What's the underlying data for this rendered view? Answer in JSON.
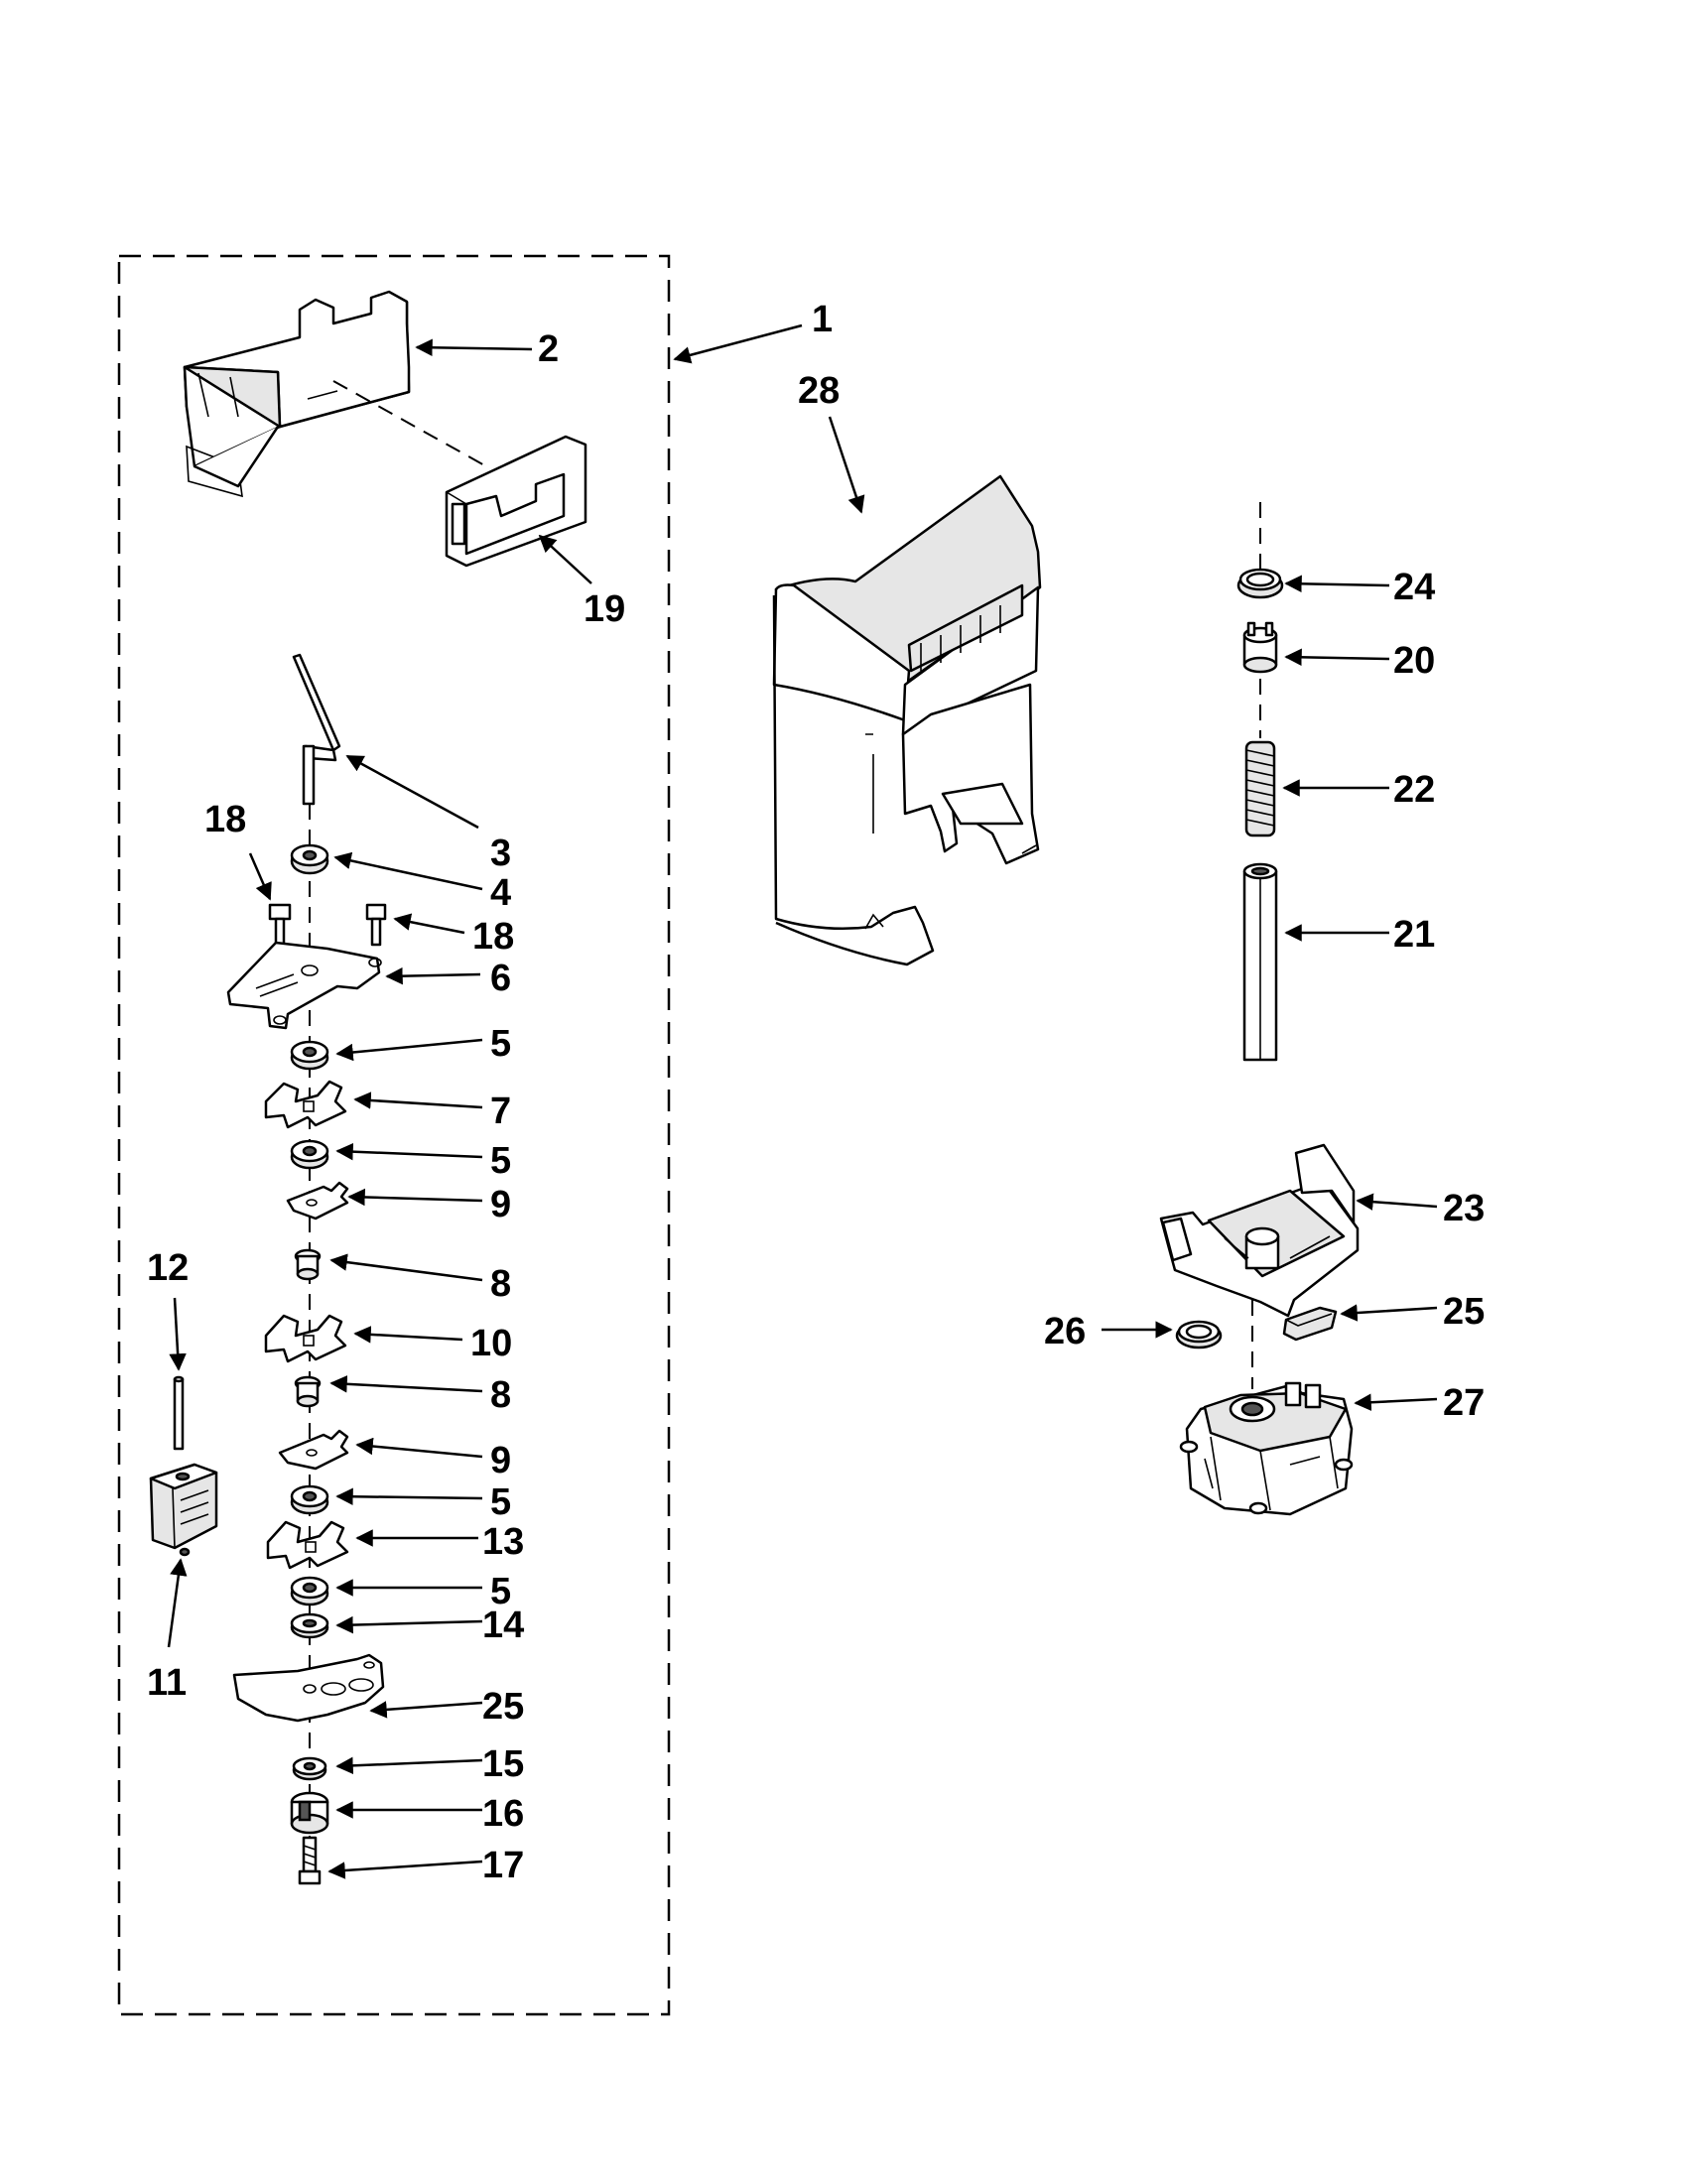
{
  "diagram": {
    "callouts": [
      {
        "id": "c1",
        "label": "1"
      },
      {
        "id": "c2",
        "label": "2"
      },
      {
        "id": "c19",
        "label": "19"
      },
      {
        "id": "c28",
        "label": "28"
      },
      {
        "id": "c3",
        "label": "3"
      },
      {
        "id": "c18a",
        "label": "18"
      },
      {
        "id": "c4",
        "label": "4"
      },
      {
        "id": "c18b",
        "label": "18"
      },
      {
        "id": "c6",
        "label": "6"
      },
      {
        "id": "c5a",
        "label": "5"
      },
      {
        "id": "c7",
        "label": "7"
      },
      {
        "id": "c5b",
        "label": "5"
      },
      {
        "id": "c9a",
        "label": "9"
      },
      {
        "id": "c12",
        "label": "12"
      },
      {
        "id": "c8a",
        "label": "8"
      },
      {
        "id": "c10",
        "label": "10"
      },
      {
        "id": "c8b",
        "label": "8"
      },
      {
        "id": "c9b",
        "label": "9"
      },
      {
        "id": "c5c",
        "label": "5"
      },
      {
        "id": "c13",
        "label": "13"
      },
      {
        "id": "c5d",
        "label": "5"
      },
      {
        "id": "c14",
        "label": "14"
      },
      {
        "id": "c11",
        "label": "11"
      },
      {
        "id": "c25a",
        "label": "25"
      },
      {
        "id": "c15",
        "label": "15"
      },
      {
        "id": "c16",
        "label": "16"
      },
      {
        "id": "c17",
        "label": "17"
      },
      {
        "id": "c24",
        "label": "24"
      },
      {
        "id": "c20",
        "label": "20"
      },
      {
        "id": "c22",
        "label": "22"
      },
      {
        "id": "c21",
        "label": "21"
      },
      {
        "id": "c23",
        "label": "23"
      },
      {
        "id": "c26",
        "label": "26"
      },
      {
        "id": "c25b",
        "label": "25"
      },
      {
        "id": "c27",
        "label": "27"
      }
    ]
  }
}
